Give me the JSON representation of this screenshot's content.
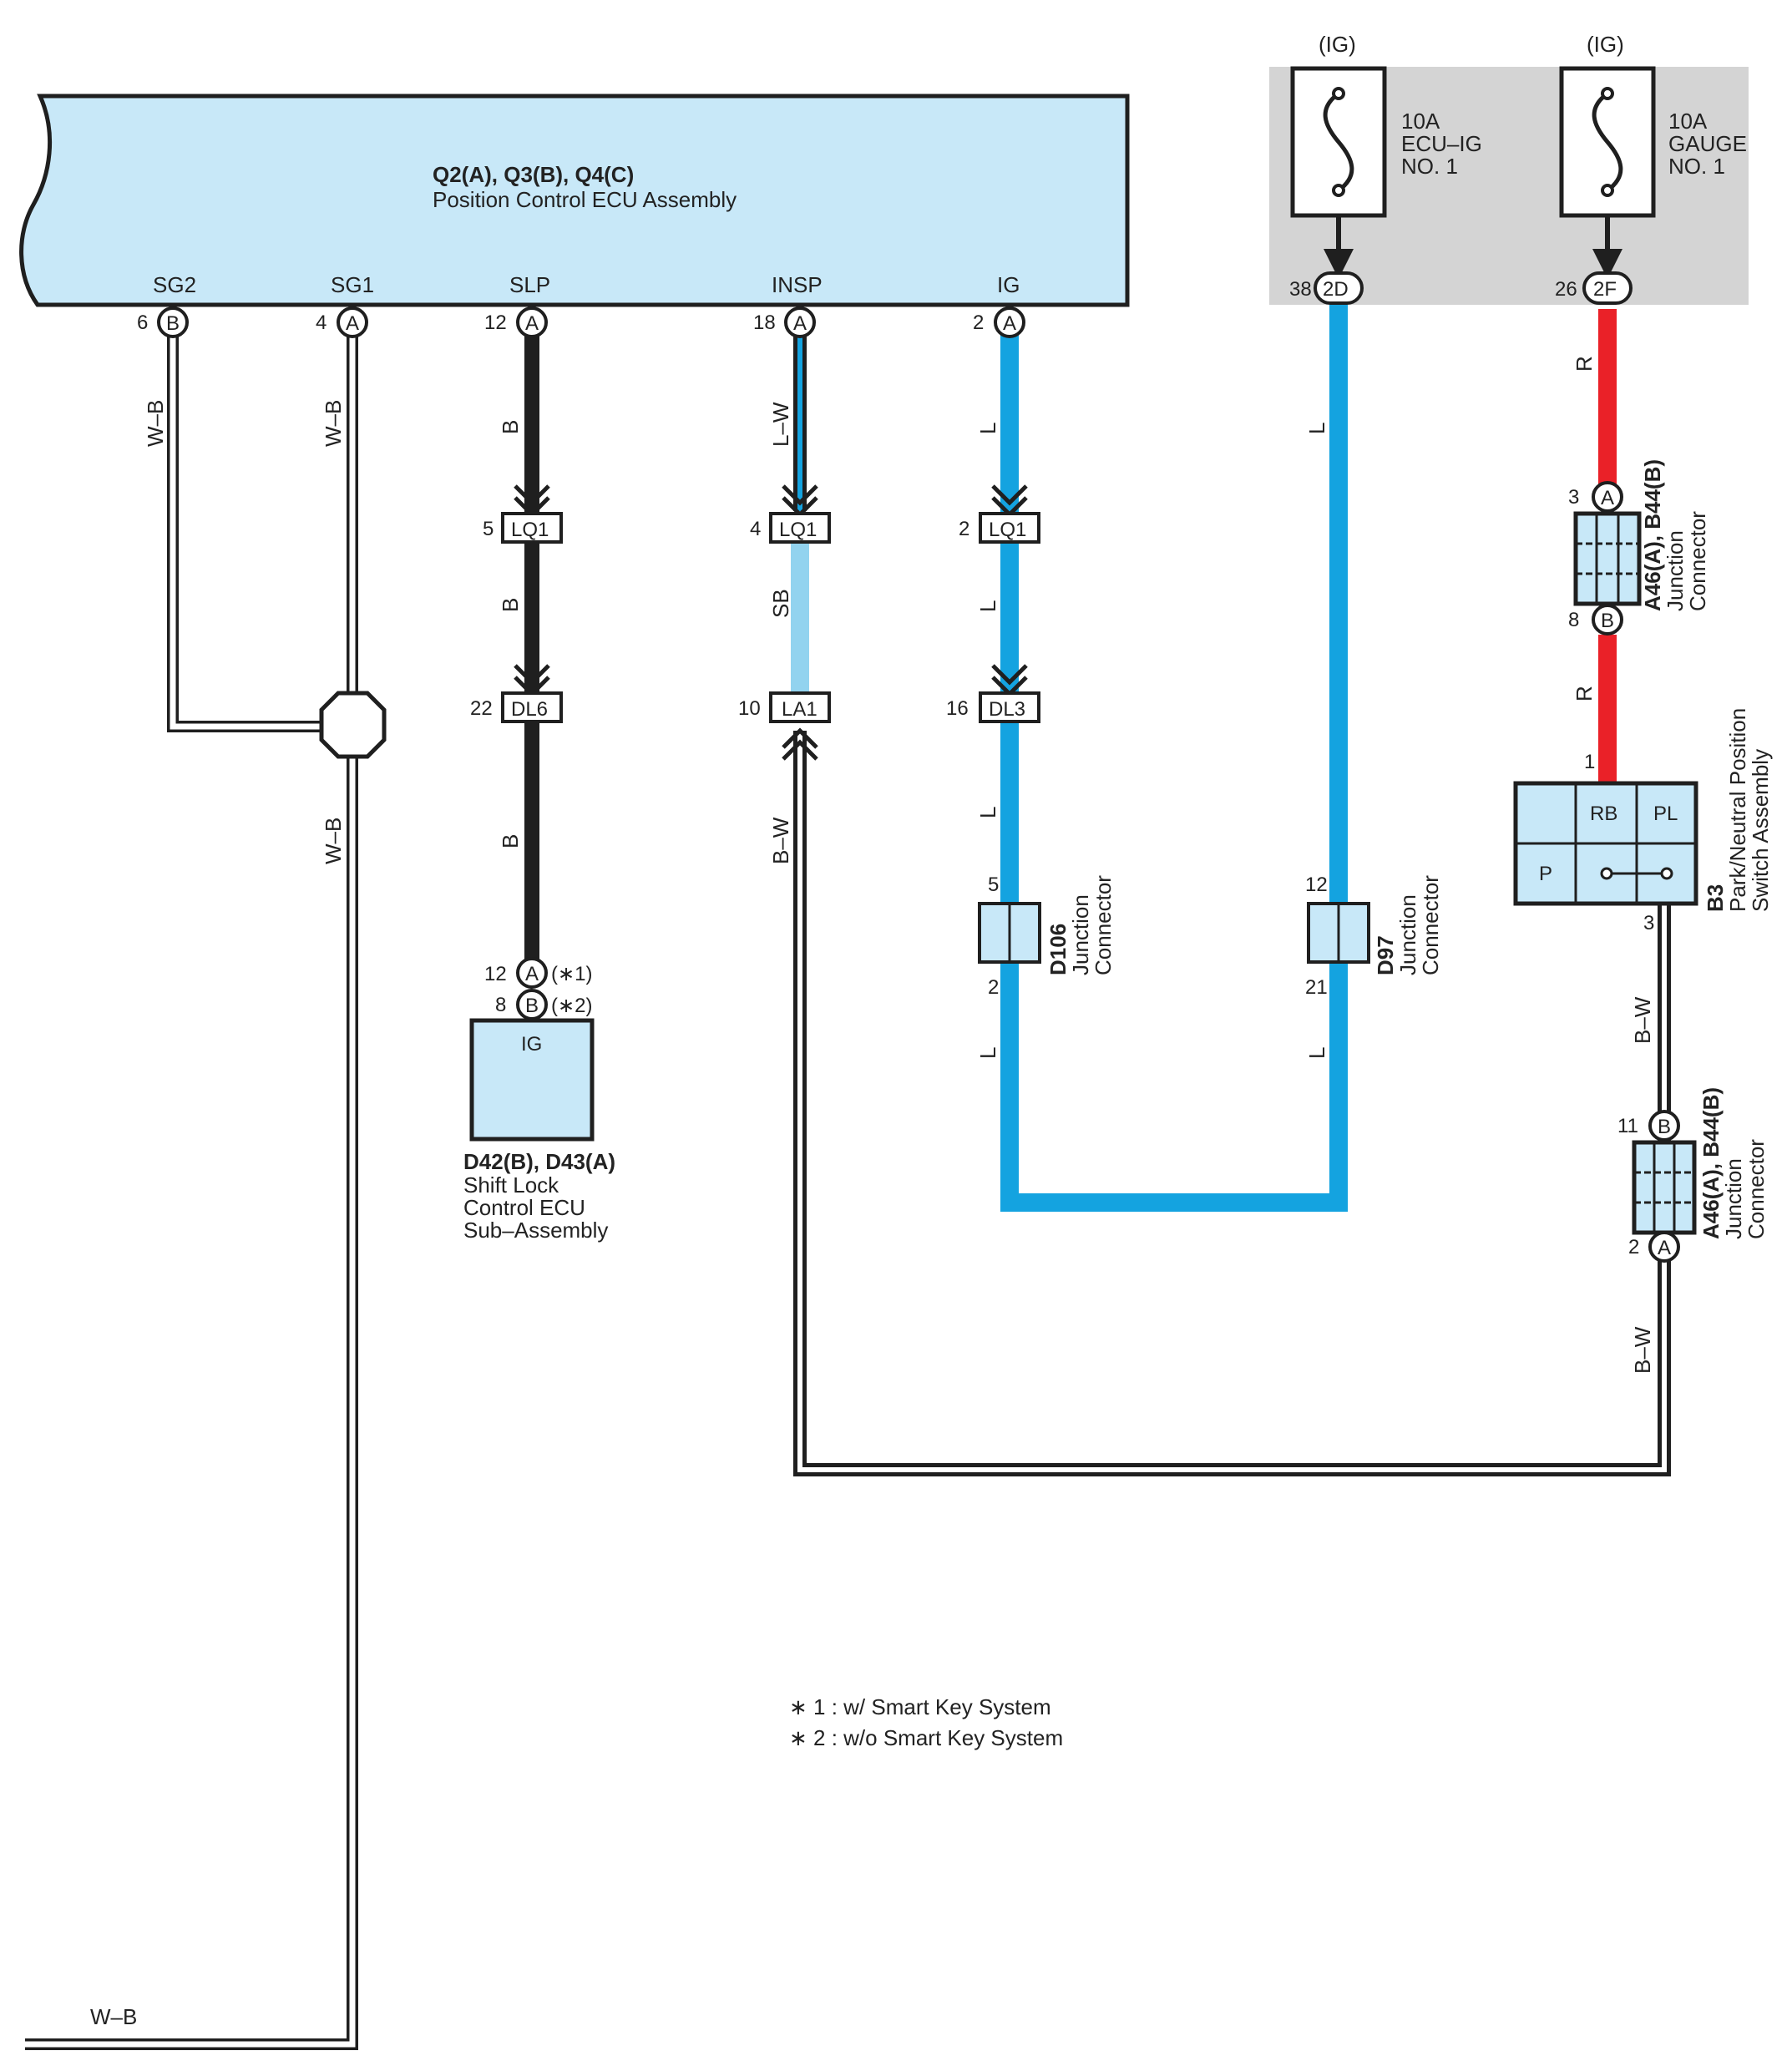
{
  "colors": {
    "box_fill": "#c8e8f8",
    "fuse_bg": "#d4d4d4",
    "wire_L": "#14a3e0",
    "wire_SB": "#92d3ef",
    "wire_R": "#ea2128",
    "wire_B": "#1f1f1f"
  },
  "ecu": {
    "title": "Q2(A), Q3(B), Q4(C)",
    "subtitle": "Position Control ECU Assembly",
    "terminals": [
      {
        "name": "SG2",
        "pin": "6",
        "conn": "B"
      },
      {
        "name": "SG1",
        "pin": "4",
        "conn": "A"
      },
      {
        "name": "SLP",
        "pin": "12",
        "conn": "A"
      },
      {
        "name": "INSP",
        "pin": "18",
        "conn": "A"
      },
      {
        "name": "IG",
        "pin": "2",
        "conn": "A"
      }
    ]
  },
  "fuses": [
    {
      "ig": "(IG)",
      "line1": "10A",
      "line2": "ECU–IG",
      "line3": "NO. 1",
      "pin": "38",
      "conn": "2D"
    },
    {
      "ig": "(IG)",
      "line1": "10A",
      "line2": "GAUGE",
      "line3": "NO. 1",
      "pin": "26",
      "conn": "2F"
    }
  ],
  "wire_labels": {
    "sg2": "W–B",
    "sg1": "W–B",
    "sg_down": "W–B",
    "bottom": "W–B",
    "slp_1": "B",
    "slp_2": "B",
    "slp_3": "B",
    "insp_1": "L–W",
    "insp_2": "SB",
    "insp_3": "B–W",
    "ig_1": "L",
    "ig_2": "L",
    "ig_3": "L",
    "ig_4": "L",
    "d97_top": "L",
    "d97_bottom": "L",
    "r_1": "R",
    "r_2": "R",
    "bw_1": "B–W",
    "bw_2": "B–W"
  },
  "connectors": {
    "slp_lq1": {
      "pin": "5",
      "name": "LQ1"
    },
    "slp_dl6": {
      "pin": "22",
      "name": "DL6"
    },
    "insp_lq1": {
      "pin": "4",
      "name": "LQ1"
    },
    "insp_la1": {
      "pin": "10",
      "name": "LA1"
    },
    "ig_lq1": {
      "pin": "2",
      "name": "LQ1"
    },
    "ig_dl3": {
      "pin": "16",
      "name": "DL3"
    }
  },
  "shift_lock": {
    "pin_a": "12",
    "conn_a": "A",
    "note_a": "(∗1)",
    "pin_b": "8",
    "conn_b": "B",
    "note_b": "(∗2)",
    "terminal": "IG",
    "title": "D42(B), D43(A)",
    "line1": "Shift Lock",
    "line2": "Control ECU",
    "line3": "Sub–Assembly"
  },
  "d106": {
    "pin_top": "5",
    "pin_bottom": "2",
    "title": "D106",
    "line1": "Junction",
    "line2": "Connector"
  },
  "d97": {
    "pin_top": "12",
    "pin_bottom": "21",
    "title": "D97",
    "line1": "Junction",
    "line2": "Connector"
  },
  "jc_upper": {
    "pin_top": "3",
    "conn_top": "A",
    "pin_bottom": "8",
    "conn_bottom": "B",
    "title": "A46(A), B44(B)",
    "line1": "Junction",
    "line2": "Connector"
  },
  "jc_lower": {
    "pin_top": "11",
    "conn_top": "B",
    "pin_bottom": "2",
    "conn_bottom": "A",
    "title": "A46(A), B44(B)",
    "line1": "Junction",
    "line2": "Connector"
  },
  "pnp": {
    "pin_in": "1",
    "pin_out": "3",
    "rb": "RB",
    "pl": "PL",
    "p": "P",
    "title": "B3",
    "line1": "Park/Neutral Position",
    "line2": "Switch Assembly"
  },
  "notes": [
    "∗ 1 : w/ Smart Key System",
    "∗ 2 : w/o Smart Key System"
  ]
}
